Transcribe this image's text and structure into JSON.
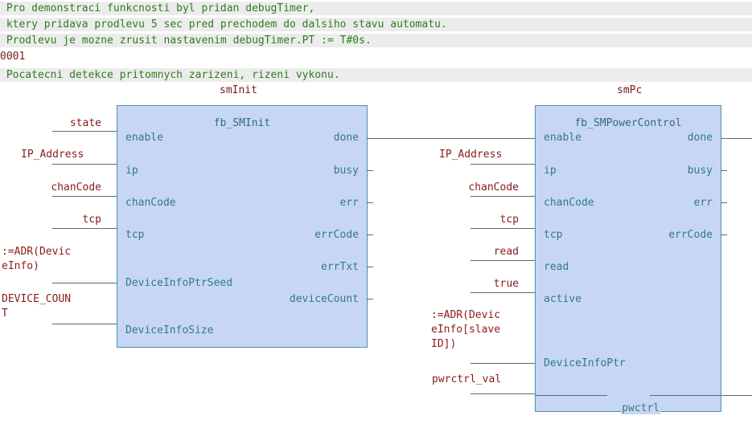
{
  "comments": [
    " Pro demonstraci funkcnosti byl pridan debugTimer,",
    " ktery pridava prodlevu 5 sec pred prechodem do dalsiho stavu automatu.",
    " Prodlevu je mozne zrusit nastavenim debugTimer.PT := T#0s."
  ],
  "network_number": "0001",
  "network_comment": " Pocatecni detekce pritomnych zarizeni, rizeni vykonu.",
  "blocks": {
    "smInit": {
      "instance": "smInit",
      "type": "fb_SMInit",
      "inputs": [
        "enable",
        "ip",
        "chanCode",
        "tcp",
        "DeviceInfoPtrSeed",
        "DeviceInfoSize"
      ],
      "outputs": [
        "done",
        "busy",
        "err",
        "errCode",
        "errTxt",
        "deviceCount"
      ],
      "input_args": [
        "state",
        "IP_Address",
        "chanCode",
        "tcp",
        ":=ADR(Devic\neInfo)",
        "DEVICE_COUN\nT"
      ]
    },
    "smPc": {
      "instance": "smPc",
      "type": "fb_SMPowerControl",
      "inputs": [
        "enable",
        "ip",
        "chanCode",
        "tcp",
        "read",
        "active",
        "DeviceInfoPtr"
      ],
      "outputs": [
        "done",
        "busy",
        "err",
        "errCode"
      ],
      "inout": "pwctrl",
      "input_args": [
        "IP_Address",
        "chanCode",
        "tcp",
        "read",
        "true",
        ":=ADR(Devic\neInfo[slave\nID])",
        "pwrctrl_val"
      ]
    }
  }
}
